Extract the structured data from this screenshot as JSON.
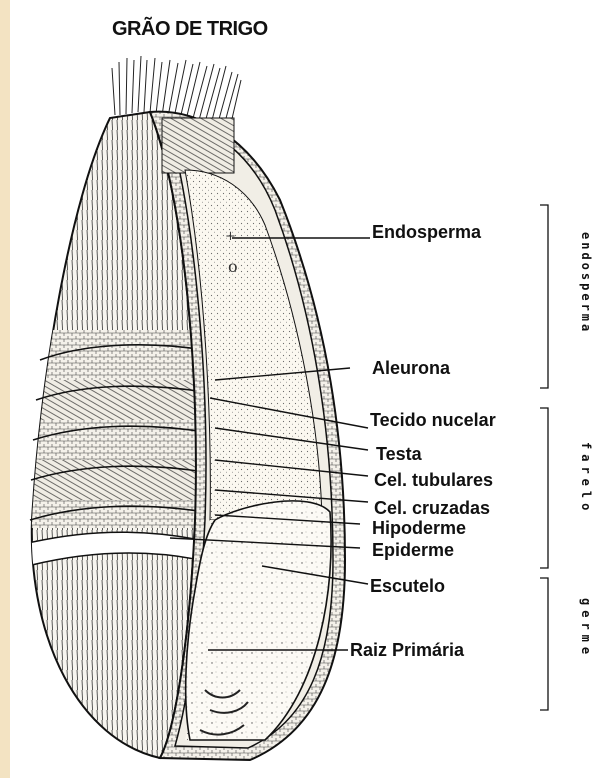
{
  "title": "GRÃO DE TRIGO",
  "labels": {
    "endosperma": "Endosperma",
    "aleurona": "Aleurona",
    "tecido_nucelar": "Tecido nucelar",
    "testa": "Testa",
    "cel_tubulares": "Cel. tubulares",
    "cel_cruzadas": "Cel. cruzadas",
    "hipoderme": "Hipoderme",
    "epiderme": "Epiderme",
    "escutelo": "Escutelo",
    "raiz_primaria": "Raiz Primária"
  },
  "sections": {
    "endosperma": "endosperma",
    "farelo": "farelo",
    "germe": "germe"
  },
  "colors": {
    "ink": "#111111",
    "page_edge": "#f3e3c2",
    "background": "#ffffff"
  }
}
